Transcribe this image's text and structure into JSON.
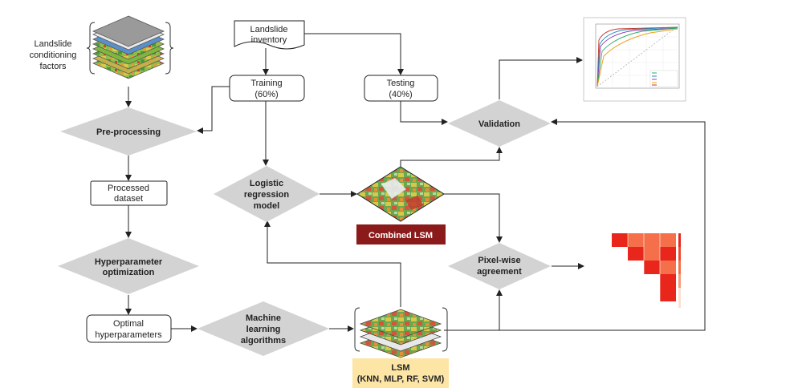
{
  "nodes": {
    "conditioning_factors": {
      "line1": "Landslide",
      "line2": "conditioning",
      "line3": "factors"
    },
    "inventory": {
      "line1": "Landslide",
      "line2": "inventory"
    },
    "training": {
      "line1": "Training",
      "line2": "(60%)"
    },
    "testing": {
      "line1": "Testing",
      "line2": "(40%)"
    },
    "preprocessing": {
      "label": "Pre-processing"
    },
    "processed": {
      "line1": "Processed",
      "line2": "dataset"
    },
    "hyperopt": {
      "line1": "Hyperparameter",
      "line2": "optimization"
    },
    "optimal": {
      "line1": "Optimal",
      "line2": "hyperparameters"
    },
    "ml": {
      "line1": "Machine",
      "line2": "learning",
      "line3": "algorithms"
    },
    "lr": {
      "line1": "Logistic",
      "line2": "regression",
      "line3": "model"
    },
    "validation": {
      "label": "Validation"
    },
    "pixelwise": {
      "line1": "Pixel-wise",
      "line2": "agreement"
    },
    "combined_lsm": {
      "label": "Combined LSM"
    },
    "lsm": {
      "line1": "LSM",
      "line2": "(KNN, MLP, RF, SVM)"
    }
  },
  "colors": {
    "diamond": "#d3d3d3",
    "combined_fill": "#8b1a1a",
    "lsm_fill": "#fde5a6",
    "arrow": "#222222",
    "heat_dark": "#e8261c",
    "heat_light": "#f5704a"
  }
}
